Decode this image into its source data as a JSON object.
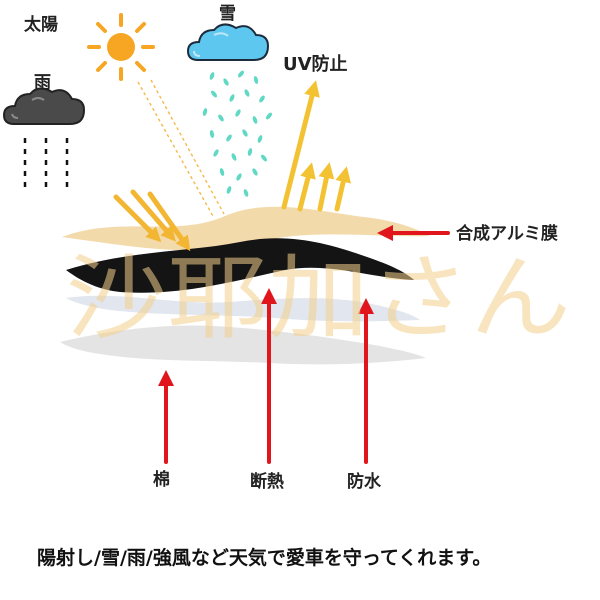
{
  "labels": {
    "sun": "太陽",
    "snow": "雪",
    "uv": "UV防止",
    "rain": "雨",
    "aluminum": "合成アルミ膜",
    "cotton": "棉",
    "heat": "断熱",
    "water": "防水"
  },
  "caption": "陽射し/雪/雨/強風など天気で愛車を守ってくれます。",
  "watermark": "沙耶加さん",
  "colors": {
    "sun": "#f6a623",
    "sun_ray": "#f5a623",
    "arrow_red": "#e0161c",
    "uv_arrow": "#f3c233",
    "incoming_arrow": "#f2b632",
    "snow_cloud": "#5ec7ef",
    "snow_flakes": "#5fd9c4",
    "rain_cloud": "#444444",
    "layer_gold": "#f1d49c",
    "layer_black": "#111111",
    "layer_white": "#e2e6ee",
    "layer_grey": "#e4e4e4",
    "watermark": "#f2d08a"
  },
  "icons": [
    "sun-icon",
    "snow-cloud-icon",
    "rain-cloud-icon"
  ]
}
